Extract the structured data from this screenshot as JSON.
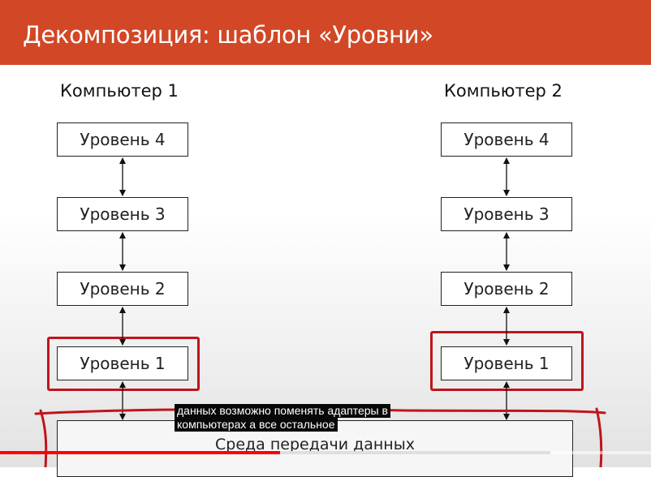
{
  "slide": {
    "title": "Декомпозиция: шаблон «Уровни»",
    "accent_color": "#d24726",
    "highlight_color": "#c0141c"
  },
  "computers": [
    {
      "title": "Компьютер 1",
      "levels": [
        "Уровень 4",
        "Уровень 3",
        "Уровень 2",
        "Уровень 1"
      ]
    },
    {
      "title": "Компьютер 2",
      "levels": [
        "Уровень 4",
        "Уровень 3",
        "Уровень 2",
        "Уровень 1"
      ]
    }
  ],
  "medium": {
    "label": "Среда передачи данных"
  },
  "subtitles": {
    "line1": "данных возможно поменять адаптеры в",
    "line2": "компьютерах а все остальное"
  },
  "player": {
    "played_fraction": 0.43,
    "buffered_fraction": 0.845,
    "played_color": "#ff0000"
  }
}
